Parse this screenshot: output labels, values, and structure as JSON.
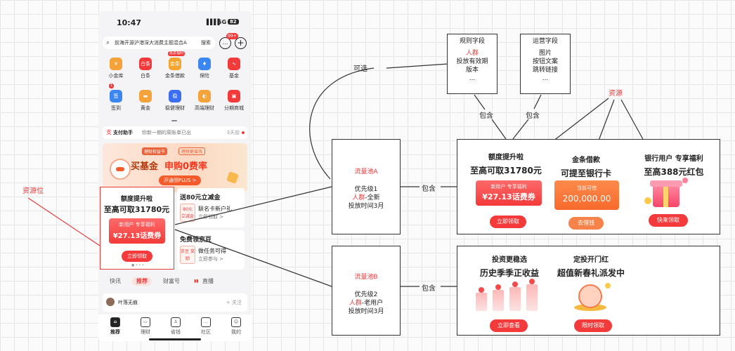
{
  "phone": {
    "status": {
      "time": "10:47",
      "signal": "▌▌▌▌",
      "network": "5G",
      "battery": "82"
    },
    "search": {
      "placeholder": "前海开源沪港深大消费主题混合A",
      "button": "搜索"
    },
    "message_badge": "99+",
    "grid": [
      {
        "label": "小金库",
        "icon_text": "¥",
        "icon": "coin-stack-icon",
        "color": "#f6a23a"
      },
      {
        "label": "白条",
        "icon_text": "白条",
        "icon": "baitiao-icon",
        "color": "#f23a3a"
      },
      {
        "label": "金条借款",
        "icon_text": "金条",
        "icon": "jintiao-icon",
        "color": "#f5a52f",
        "badge": "抵息福利"
      },
      {
        "label": "保险",
        "icon_text": "♦",
        "icon": "shield-icon",
        "color": "#3b86f0"
      },
      {
        "label": "基金",
        "icon_text": "∿",
        "icon": "fund-chart-icon",
        "color": "#f23a3a"
      },
      {
        "label": "签到",
        "icon_text": "签",
        "icon": "checkin-icon",
        "color": "#3b86f0",
        "badge": "1"
      },
      {
        "label": "黄金",
        "icon_text": "▬",
        "icon": "gold-bar-icon",
        "color": "#f4a23a"
      },
      {
        "label": "稳健理财",
        "icon_text": "稳",
        "icon": "steady-finance-icon",
        "color": "#3b6ef0"
      },
      {
        "label": "高端理财",
        "icon_text": "◐",
        "icon": "premium-finance-icon",
        "color": "#f4a23a"
      },
      {
        "label": "分期商城",
        "icon_text": "▣",
        "icon": "installment-mall-icon",
        "color": "#f23a3a"
      }
    ],
    "assistant": {
      "icon": "支",
      "title": "支付助手",
      "text": "你新一期的周账单已出",
      "time": "3天前"
    },
    "banner": {
      "tag1": "理财权益节",
      "tag2": "理财更省钱",
      "title_dark": "买基金",
      "title_red": "申购0费率",
      "cta": "开通领PLUS >"
    },
    "slot_a": {
      "line1": "额度提升啦",
      "line2": "至高可取31780元",
      "coupon_tag": "新用户 专享福利",
      "coupon_amount": "¥27.13话费券",
      "button": "立即领取",
      "dots": "● • • •"
    },
    "side_top": {
      "title": "送80元立减金",
      "thumb": "80元 立减金",
      "line1": "联名卡新户礼",
      "line2": "立即领取 >"
    },
    "side_bottom": {
      "title": "免费领京豆",
      "thumb": "京豆 奖励",
      "line1": "做任务可得",
      "line2": "立即参与 >"
    },
    "feed_tabs": [
      "快讯",
      "推荐",
      "财富号",
      "直播"
    ],
    "live_icon": "▮▮",
    "post": {
      "name": "叶落无痕",
      "follow": "+ 关注"
    },
    "tabbar": [
      {
        "label": "推荐",
        "icon": "home-icon",
        "glyph": "⌂"
      },
      {
        "label": "理财",
        "icon": "wallet-icon",
        "glyph": "▭"
      },
      {
        "label": "省钱",
        "icon": "shop-bag-icon",
        "glyph": "♙"
      },
      {
        "label": "社区",
        "icon": "chat-icon",
        "glyph": "…"
      },
      {
        "label": "我的",
        "icon": "profile-icon",
        "glyph": "☺"
      }
    ]
  },
  "diagram": {
    "resource_slot_label": "资源位",
    "optional_label": "可选",
    "resource_label": "资源",
    "rule_fields": {
      "title": "规则字段",
      "crowd": "人群",
      "line2": "投放有效期",
      "line3": "版本",
      "more": "..."
    },
    "ops_fields": {
      "title": "运营字段",
      "line1": "图片",
      "line2": "按钮文案",
      "line3": "跳转链接",
      "more": "..."
    },
    "contains": "包含",
    "pool_a": {
      "title": "流量池A",
      "priority": "优先级1",
      "crowd": "人群",
      "crowd_suffix": "-全新",
      "duration": "投放时间3月"
    },
    "pool_b": {
      "title": "流量池B",
      "priority": "优先级2",
      "crowd": "人群",
      "crowd_suffix": "-老用户",
      "duration": "投放时间3月"
    },
    "cards_a": [
      {
        "h1": "额度提升啦",
        "h2": "至高可取31780元",
        "coupon_tag": "新用户 专享福利",
        "coupon_amount": "¥27.13话费券",
        "button": "立即领取"
      },
      {
        "h1": "金条借款",
        "h2": "可提至银行卡",
        "box_tag": "当前可借",
        "box_amount": "200,000.00",
        "button": "去借钱"
      },
      {
        "h1": "银行用户 专享福利",
        "h2": "至高388元红包",
        "button": "快来领取"
      }
    ],
    "cards_b": [
      {
        "h1": "投资更稳选",
        "h2": "历史季季正收益",
        "button": "立即查看"
      },
      {
        "h1": "定投开门红",
        "h2": "超值新春礼派发中",
        "button": "限时领取"
      }
    ]
  }
}
